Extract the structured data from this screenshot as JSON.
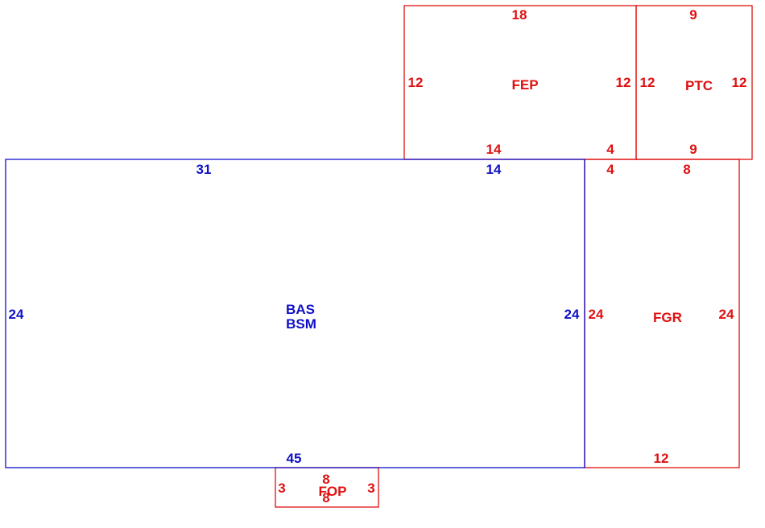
{
  "colors": {
    "blue": "#1010c8",
    "red": "#e01010"
  },
  "areas": {
    "fep": {
      "name": "FEP",
      "top": "18",
      "left": "12",
      "right": "12",
      "bottom": "14",
      "bottom_right": "4"
    },
    "ptc": {
      "name": "PTC",
      "top": "9",
      "left": "12",
      "right": "12",
      "bottom": "9"
    },
    "bas": {
      "name_1": "BAS",
      "name_2": "BSM",
      "top": "31",
      "top_right": "14",
      "left": "24",
      "right": "24",
      "bottom": "45"
    },
    "fgr": {
      "name": "FGR",
      "top_left": "4",
      "top": "8",
      "left": "24",
      "right": "24",
      "bottom": "12"
    },
    "fop": {
      "name": "FOP",
      "top": "8",
      "left": "3",
      "right": "3",
      "bottom": "8"
    }
  }
}
